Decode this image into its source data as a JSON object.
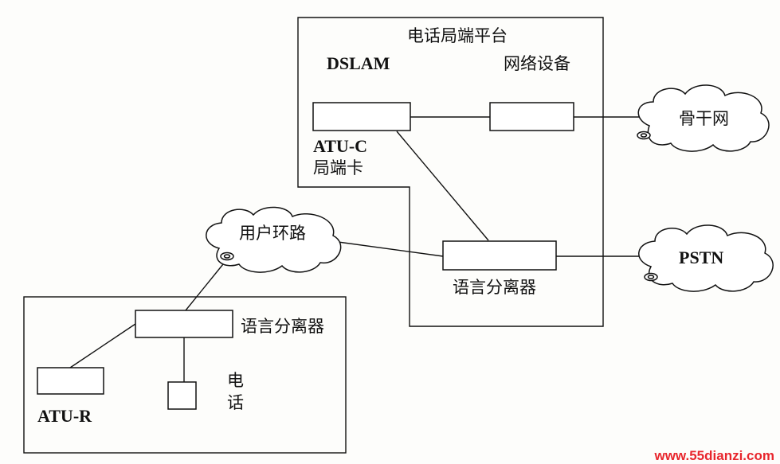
{
  "office": {
    "title": "电话局端平台",
    "dslam": "DSLAM",
    "network_equipment": "网络设备",
    "atu_c": "ATU-C",
    "office_card": "局端卡",
    "splitter": "语言分离器"
  },
  "clouds": {
    "backbone": "骨干网",
    "pstn": "PSTN",
    "user_loop": "用户环路"
  },
  "customer": {
    "splitter": "语言分离器",
    "phone_line1": "电",
    "phone_line2": "话",
    "atu_r": "ATU-R"
  },
  "watermark": "www.55dianzi.com",
  "colors": {
    "line": "#111111",
    "watermark": "#e8262d"
  }
}
